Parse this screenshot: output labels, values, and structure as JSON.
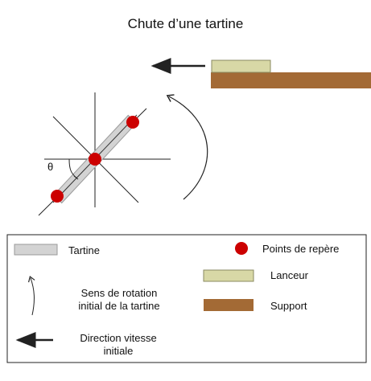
{
  "title": "Chute d’une tartine",
  "diagram": {
    "angle_symbol": "θ"
  },
  "legend": {
    "tartine": "Tartine",
    "rotation_line1": "Sens de rotation",
    "rotation_line2": "initial de la tartine",
    "velocity_line1": "Direction vitesse",
    "velocity_line2": "initiale",
    "points": "Points de repère",
    "lanceur": "Lanceur",
    "support": "Support"
  },
  "colors": {
    "toast_fill": "#d3d3d3",
    "toast_stroke": "#9a9a9a",
    "marker": "#cc0000",
    "lanceur": "#d8d8a6",
    "support": "#a36a35",
    "line": "#222222"
  }
}
